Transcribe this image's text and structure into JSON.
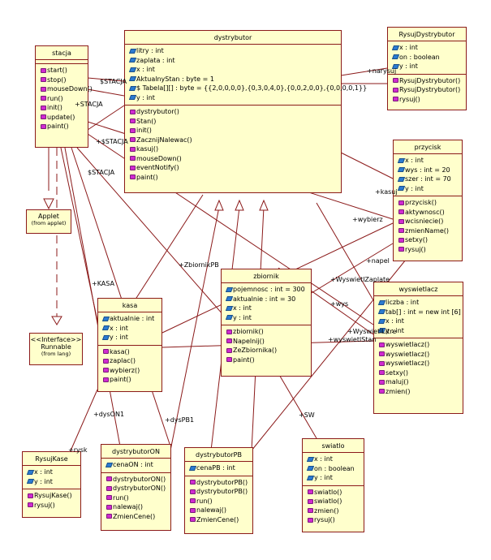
{
  "classes": {
    "stacja": {
      "name": "stacja",
      "attrs": [],
      "ops": [
        "start()",
        "stop()",
        "mouseDown()",
        "run()",
        "init()",
        "update()",
        "paint()"
      ]
    },
    "dystrybutor": {
      "name": "dystrybutor",
      "attrs": [
        "litry : int",
        "zaplata : int",
        "x : int",
        "AktualnyStan : byte = 1",
        "$ Tabela[][] : byte = {{2,0,0,0,0},{0,3,0,4,0},{0,0,2,0,0},{0,0,0,0,1}}",
        "y : int"
      ],
      "ops": [
        "dystrybutor()",
        "Stan()",
        "init()",
        "ZacznijNalewac()",
        "kasuj()",
        "mouseDown()",
        "eventNotify()",
        "paint()"
      ]
    },
    "RysujDystrybutor": {
      "name": "RysujDystrybutor",
      "attrs": [
        "x : int",
        "on : boolean",
        "y : int"
      ],
      "ops": [
        "RysujDystrybutor()",
        "RysujDystrybutor()",
        "rysuj()"
      ]
    },
    "przycisk": {
      "name": "przycisk",
      "attrs": [
        "x : int",
        "wys : int = 20",
        "szer : int = 70",
        "y : int"
      ],
      "ops": [
        "przycisk()",
        "aktywnosc()",
        "wcisniecie()",
        "zmienName()",
        "setxy()",
        "rysuj()"
      ]
    },
    "Applet": {
      "name": "Applet",
      "stereo": "(from applet)"
    },
    "Runnable": {
      "name": "<<Interface>>",
      "line2": "Runnable",
      "stereo": "(from lang)"
    },
    "zbiornik": {
      "name": "zbiornik",
      "attrs": [
        "pojemnosc : int = 300",
        "aktualnie : int = 30",
        "x : int",
        "y : int"
      ],
      "ops": [
        "zbiornik()",
        "Napelnij()",
        "ZeZbiornika()",
        "paint()"
      ]
    },
    "kasa": {
      "name": "kasa",
      "attrs": [
        "aktualnie : int",
        "x : int",
        "y : int"
      ],
      "ops": [
        "kasa()",
        "zaplac()",
        "wybierz()",
        "paint()"
      ]
    },
    "wyswietlacz": {
      "name": "wyswietlacz",
      "attrs": [
        "liczba : int",
        "tab[] : int = new int [6]",
        "x : int",
        "y : int"
      ],
      "ops": [
        "wyswietlacz()",
        "wyswietlacz()",
        "wyswietlacz()",
        "setxy()",
        "maluj()",
        "zmien()"
      ]
    },
    "RysujKase": {
      "name": "RysujKase",
      "attrs": [
        "x : int",
        "y : int"
      ],
      "ops": [
        "RysujKase()",
        "rysuj()"
      ]
    },
    "dystrybutorON": {
      "name": "dystrybutorON",
      "attrs": [
        "cenaON : int"
      ],
      "ops": [
        "dystrybutorON()",
        "dystrybutorON()",
        "run()",
        "nalewaj()",
        "ZmienCene()"
      ]
    },
    "dystrybutorPB": {
      "name": "dystrybutorPB",
      "attrs": [
        "cenaPB : int"
      ],
      "ops": [
        "dystrybutorPB()",
        "dystrybutorPB()",
        "run()",
        "nalewaj()",
        "ZmienCene()"
      ]
    },
    "swiatlo": {
      "name": "swiatlo",
      "attrs": [
        "x : int",
        "on : boolean",
        "y : int"
      ],
      "ops": [
        "swiatlo()",
        "swiatlo()",
        "zmien()",
        "rysuj()"
      ]
    }
  },
  "labels": {
    "stacja1": "$STACJA",
    "stacja2": "+STACJA",
    "stacja3": "+$STACJA",
    "stacja4": "$STACJA",
    "narysuj": "+narysuj",
    "kasuj": "+kasuj",
    "wybierz": "+wybierz",
    "zbiornikPB": "+ZbiornikPB",
    "napel": "+napel",
    "kasa": "+KASA",
    "wyswietlZaplate": "+WyswietlZaplate",
    "wys": "+wys",
    "wyswietlLitre": "+WyswietlLitre",
    "wyswietlStan": "+wyswietlStan",
    "dysON1": "+dysON1",
    "dysPB1": "+dysPB1",
    "sw": "+SW",
    "rysk": "+rysk"
  },
  "colors": {
    "class_fill": "#ffffcc",
    "class_border": "#8b1a1a",
    "attr_icon": "#2b7bd1",
    "op_icon": "#d02bd0"
  }
}
